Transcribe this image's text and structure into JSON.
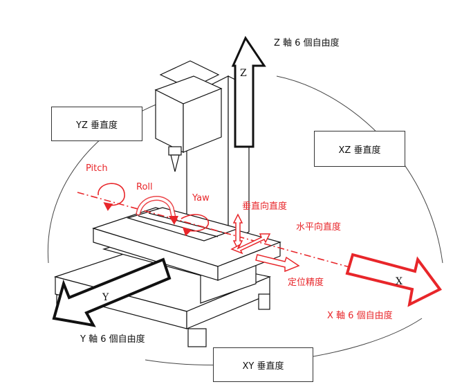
{
  "diagram": {
    "z_axis_dof": "Z 軸 6 個自由度",
    "x_axis_dof": "X 軸 6 個自由度",
    "y_axis_dof": "Y 軸  6 個自由度",
    "yz_perp": "YZ 垂直度",
    "xz_perp": "XZ 垂直度",
    "xy_perp": "XY 垂直度",
    "pitch": "Pitch",
    "roll": "Roll",
    "yaw": "Yaw",
    "vertical_straightness": "垂直向直度",
    "horizontal_straightness": "水平向直度",
    "positioning_accuracy": "定位精度",
    "z_letter": "Z",
    "x_letter": "X",
    "y_letter": "Y"
  },
  "colors": {
    "accent_red": "#e8262a",
    "line": "#111111"
  }
}
